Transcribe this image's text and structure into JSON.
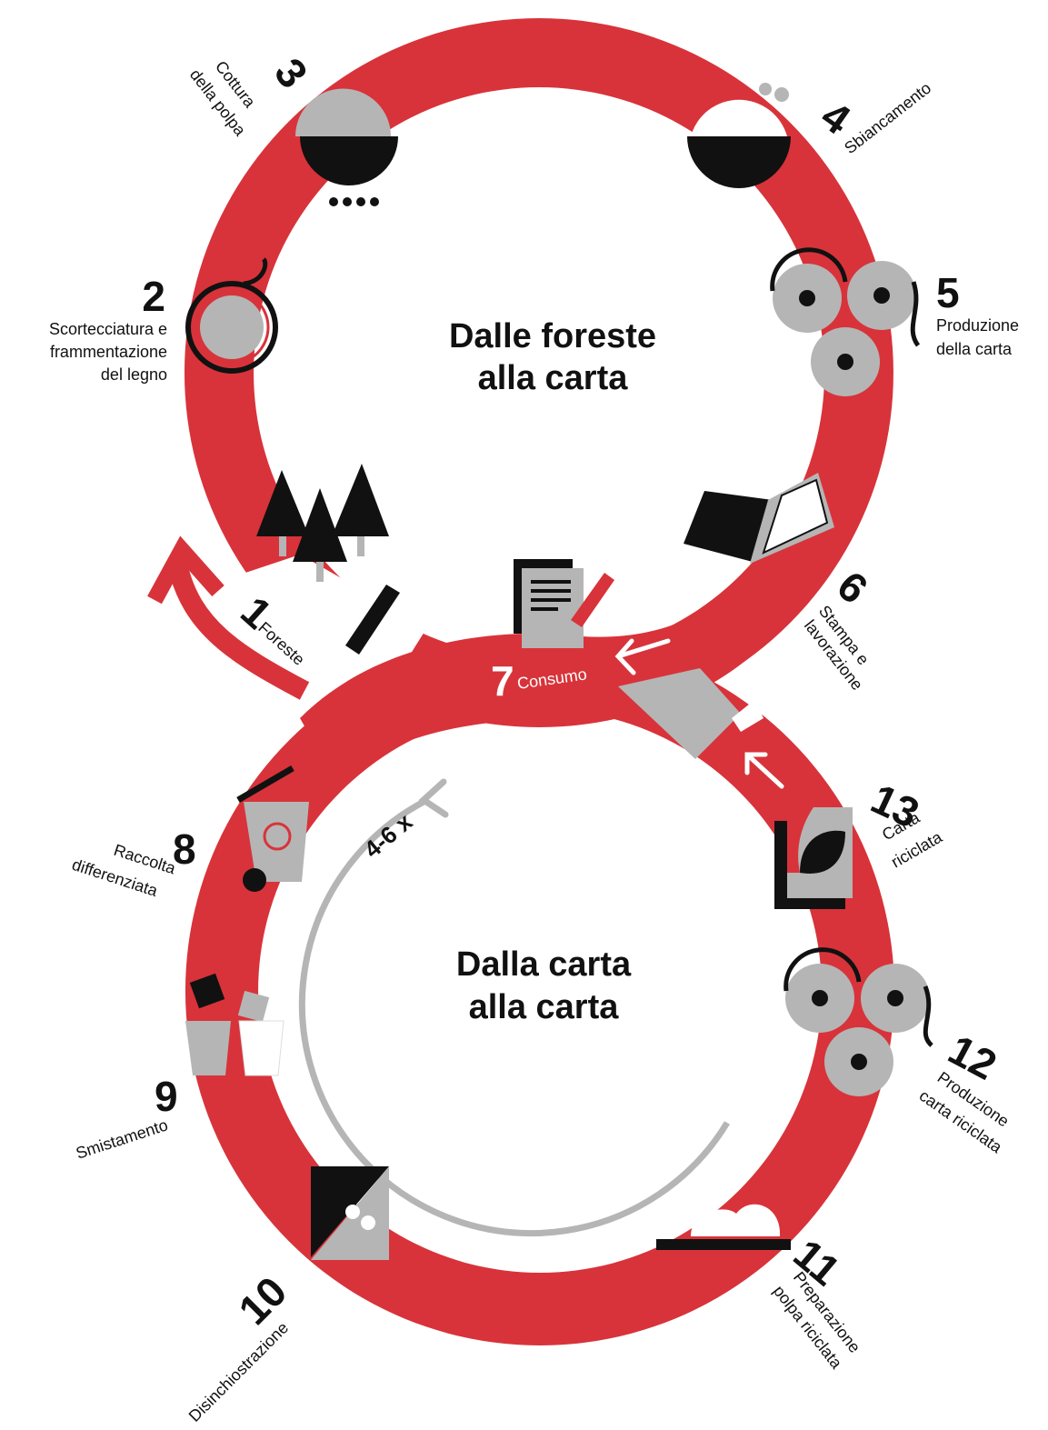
{
  "titles": {
    "top_line1": "Dalle foreste",
    "top_line2": "alla carta",
    "bottom_line1": "Dalla carta",
    "bottom_line2": "alla carta"
  },
  "cycle_label": "4-6 x",
  "steps": [
    {
      "num": "1",
      "label": "Foreste"
    },
    {
      "num": "2",
      "label_lines": [
        "Scortecciatura e",
        "frammentazione",
        "del legno"
      ]
    },
    {
      "num": "3",
      "label_lines": [
        "Cottura",
        "della polpa"
      ]
    },
    {
      "num": "4",
      "label": "Sbiancamento"
    },
    {
      "num": "5",
      "label_lines": [
        "Produzione",
        "della carta"
      ]
    },
    {
      "num": "6",
      "label_lines": [
        "Stampa e",
        "lavorazione"
      ]
    },
    {
      "num": "7",
      "label": "Consumo"
    },
    {
      "num": "8",
      "label_lines": [
        "Raccolta",
        "differenziata"
      ]
    },
    {
      "num": "9",
      "label": "Smistamento"
    },
    {
      "num": "10",
      "label": "Disinchiostrazione"
    },
    {
      "num": "11",
      "label_lines": [
        "Preparazione",
        "polpa riciclata"
      ]
    },
    {
      "num": "12",
      "label_lines": [
        "Produzione",
        "carta riciclata"
      ]
    },
    {
      "num": "13",
      "label_lines": [
        "Carta",
        "riciclata"
      ]
    }
  ],
  "colors": {
    "red": "#d8333a",
    "gray": "#b5b5b5",
    "black": "#111111",
    "white": "#ffffff"
  },
  "icons": [
    "trees-icon",
    "debarking-drum-icon",
    "cooking-bowl-icon",
    "bleaching-bowl-icon",
    "paper-rollers-icon",
    "book-icon",
    "document-pen-icon",
    "recycle-bin-icon",
    "sorting-bins-icon",
    "deinking-icon",
    "pulp-icon",
    "recycled-rollers-icon",
    "recycled-paper-leaf-icon"
  ]
}
